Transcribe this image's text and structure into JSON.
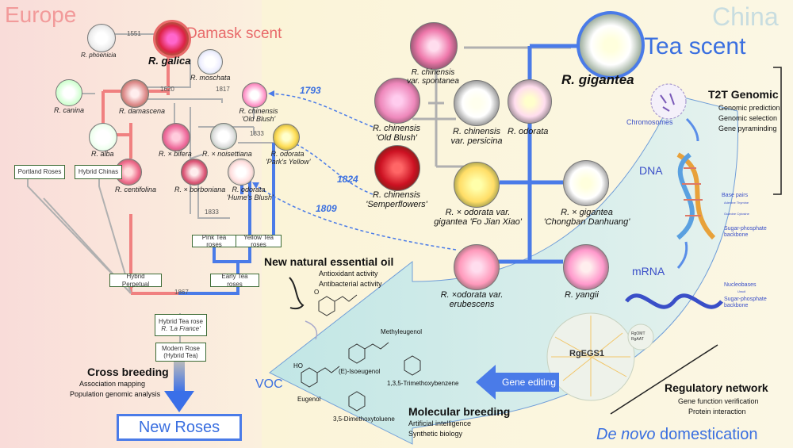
{
  "regions": {
    "europe": "Europe",
    "china": "China"
  },
  "scents": {
    "damask": "Damask scent",
    "tea": "Tea scent"
  },
  "europe_species": {
    "phoenicia": "R. phoenicia",
    "galica": "R. galica",
    "moschata": "R. moschata",
    "canina": "R. canina",
    "damascena": "R. damascena",
    "chinensis_ob_1": "R. chinensis",
    "chinensis_ob_2": "'Old Blush'",
    "alba": "R. alba",
    "bifera": "R. × bifera",
    "noisettiana": "R. × noisettiana",
    "odorata_py_1": "R. odorata",
    "odorata_py_2": "'Park's Yellow'",
    "centifolina": "R. centifolina",
    "borboniana": "R. × borboniana",
    "odorata_hb_1": "R. odorata",
    "odorata_hb_2": "'Hume's Blush'"
  },
  "years": {
    "y1551": "1551",
    "y1620": "1620",
    "y1817": "1817",
    "y1833a": "1833",
    "y1833b": "1833",
    "y1867": "1867"
  },
  "boxes": {
    "portland": "Portland Roses",
    "hybrid_chinas": "Hybrid Chinas",
    "pink_tea": "Pink Tea roses",
    "yellow_tea": "Yellow Tea roses",
    "hybrid_perpetual": "Hybrid Perpetual",
    "early_tea": "Early Tea roses",
    "hybrid_tea_1": "Hybrid Tea rose",
    "hybrid_tea_2": "R. 'La France'",
    "modern_1": "Modern Rose",
    "modern_2": "(Hybrid Tea)",
    "new_roses": "New Roses"
  },
  "cross_breeding": {
    "title": "Cross breeding",
    "line1": "Association mapping",
    "line2": "Population genomic analysis"
  },
  "china_species": {
    "spontanea_1": "R. chinensis",
    "spontanea_2": "var. spontanea",
    "gigantea": "R. gigantea",
    "old_blush_1": "R. chinensis",
    "old_blush_2": "'Old Blush'",
    "persicina_1": "R. chinensis",
    "persicina_2": "var. persicina",
    "odorata": "R. odorata",
    "semper_1": "R. chinensis",
    "semper_2": "'Semperflowers'",
    "fojian_1": "R. × odorata var.",
    "fojian_2": "gigantea 'Fo Jian Xiao'",
    "chongban_1": "R. × gigantea",
    "chongban_2": "'Chongban Danhuang'",
    "erubescens_1": "R. ×odorata var.",
    "erubescens_2": "erubescens",
    "yangii": "R. yangii"
  },
  "migration_years": {
    "m1793": "1793",
    "m1824": "1824",
    "m1809": "1809"
  },
  "essential_oil": {
    "title": "New natural essential oil",
    "line1": "Antioxidant activity",
    "line2": "Antibacterial activity"
  },
  "voc": {
    "label": "VOC",
    "compounds": [
      "Methyleugenol",
      "(E)-Isoeugenol",
      "Eugenol",
      "1,3,5-Trimethoxybenzene",
      "3,5-Dimethoxytoluene"
    ],
    "chem_o": "O",
    "chem_ho": "HO"
  },
  "gene_editing": "Gene editing",
  "molecular_breeding": {
    "title": "Molecular breeding",
    "line1": "Artificial intelligence",
    "line2": "Synthetic biology"
  },
  "t2t": {
    "title": "T2T Genomic",
    "line1": "Genomic prediction",
    "line2": "Genomic selection",
    "line3": "Gene pyraminding"
  },
  "molecules": {
    "chromosomes": "Chromosomes",
    "dna": "DNA",
    "mrna": "mRNA",
    "base_pairs": "Base pairs",
    "bases_legend": "Adenine  Thymine",
    "bases_legend2": "Guanine  Cytosine",
    "sugar_backbone_1": "Sugar-phosphate",
    "sugar_backbone_2": "backbone",
    "nucleobases": "Nucleobases",
    "uracil": "Uracil",
    "sugar_backbone_3": "Sugar-phosphate",
    "sugar_backbone_4": "backbone"
  },
  "network": {
    "gene": "RgEGS1",
    "gene2": "RgOMT",
    "gene3": "RgAAT"
  },
  "regulatory": {
    "title": "Regulatory network",
    "line1": "Gene function verification",
    "line2": "Protein interaction"
  },
  "domestication": {
    "part1": "De novo",
    "part2": " domestication"
  },
  "colors": {
    "pink": "#f08080",
    "blue": "#4a7be8",
    "grey": "#aaaaaa",
    "box_green": "#3d6b35"
  }
}
